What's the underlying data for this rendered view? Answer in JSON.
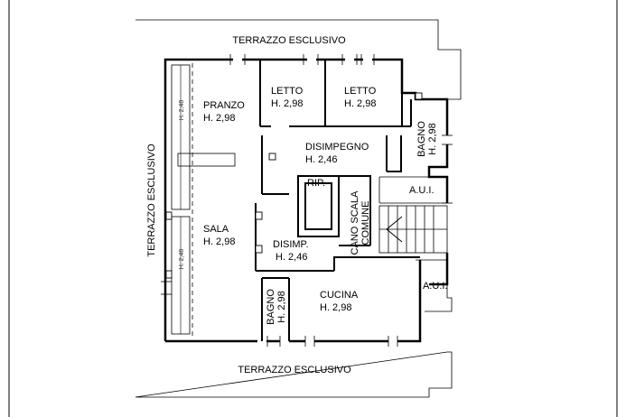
{
  "terraces": {
    "top": "TERRAZZO ESCLUSIVO",
    "bottom": "TERRAZZO ESCLUSIVO",
    "left": "TERRAZZO ESCLUSIVO"
  },
  "rooms": {
    "pranzo": {
      "name": "PRANZO",
      "height": "H. 2,98"
    },
    "letto1": {
      "name": "LETTO",
      "height": "H. 2,98"
    },
    "letto2": {
      "name": "LETTO",
      "height": "H. 2,98"
    },
    "bagno_right": {
      "name": "BAGNO",
      "height": "H. 2,98"
    },
    "disimpegno": {
      "name": "DISIMPEGNO",
      "height": "H. 2,46"
    },
    "rip": {
      "name": "RIP."
    },
    "sala": {
      "name": "SALA",
      "height": "H. 2,98"
    },
    "disimp": {
      "name": "DISIMP.",
      "height": "H. 2,46"
    },
    "cano_scala": {
      "line1": "CANO SCALA",
      "line2": "COMUNE"
    },
    "bagno_left": {
      "name": "BAGNO",
      "height": "H. 2,98"
    },
    "cucina": {
      "name": "CUCINA",
      "height": "H. 2,98"
    }
  },
  "aui": {
    "upper": "A.U.I.",
    "lower": "A.U.I."
  },
  "column_heights": {
    "upper": "H. 2,48",
    "lower": "H. 2,48"
  }
}
